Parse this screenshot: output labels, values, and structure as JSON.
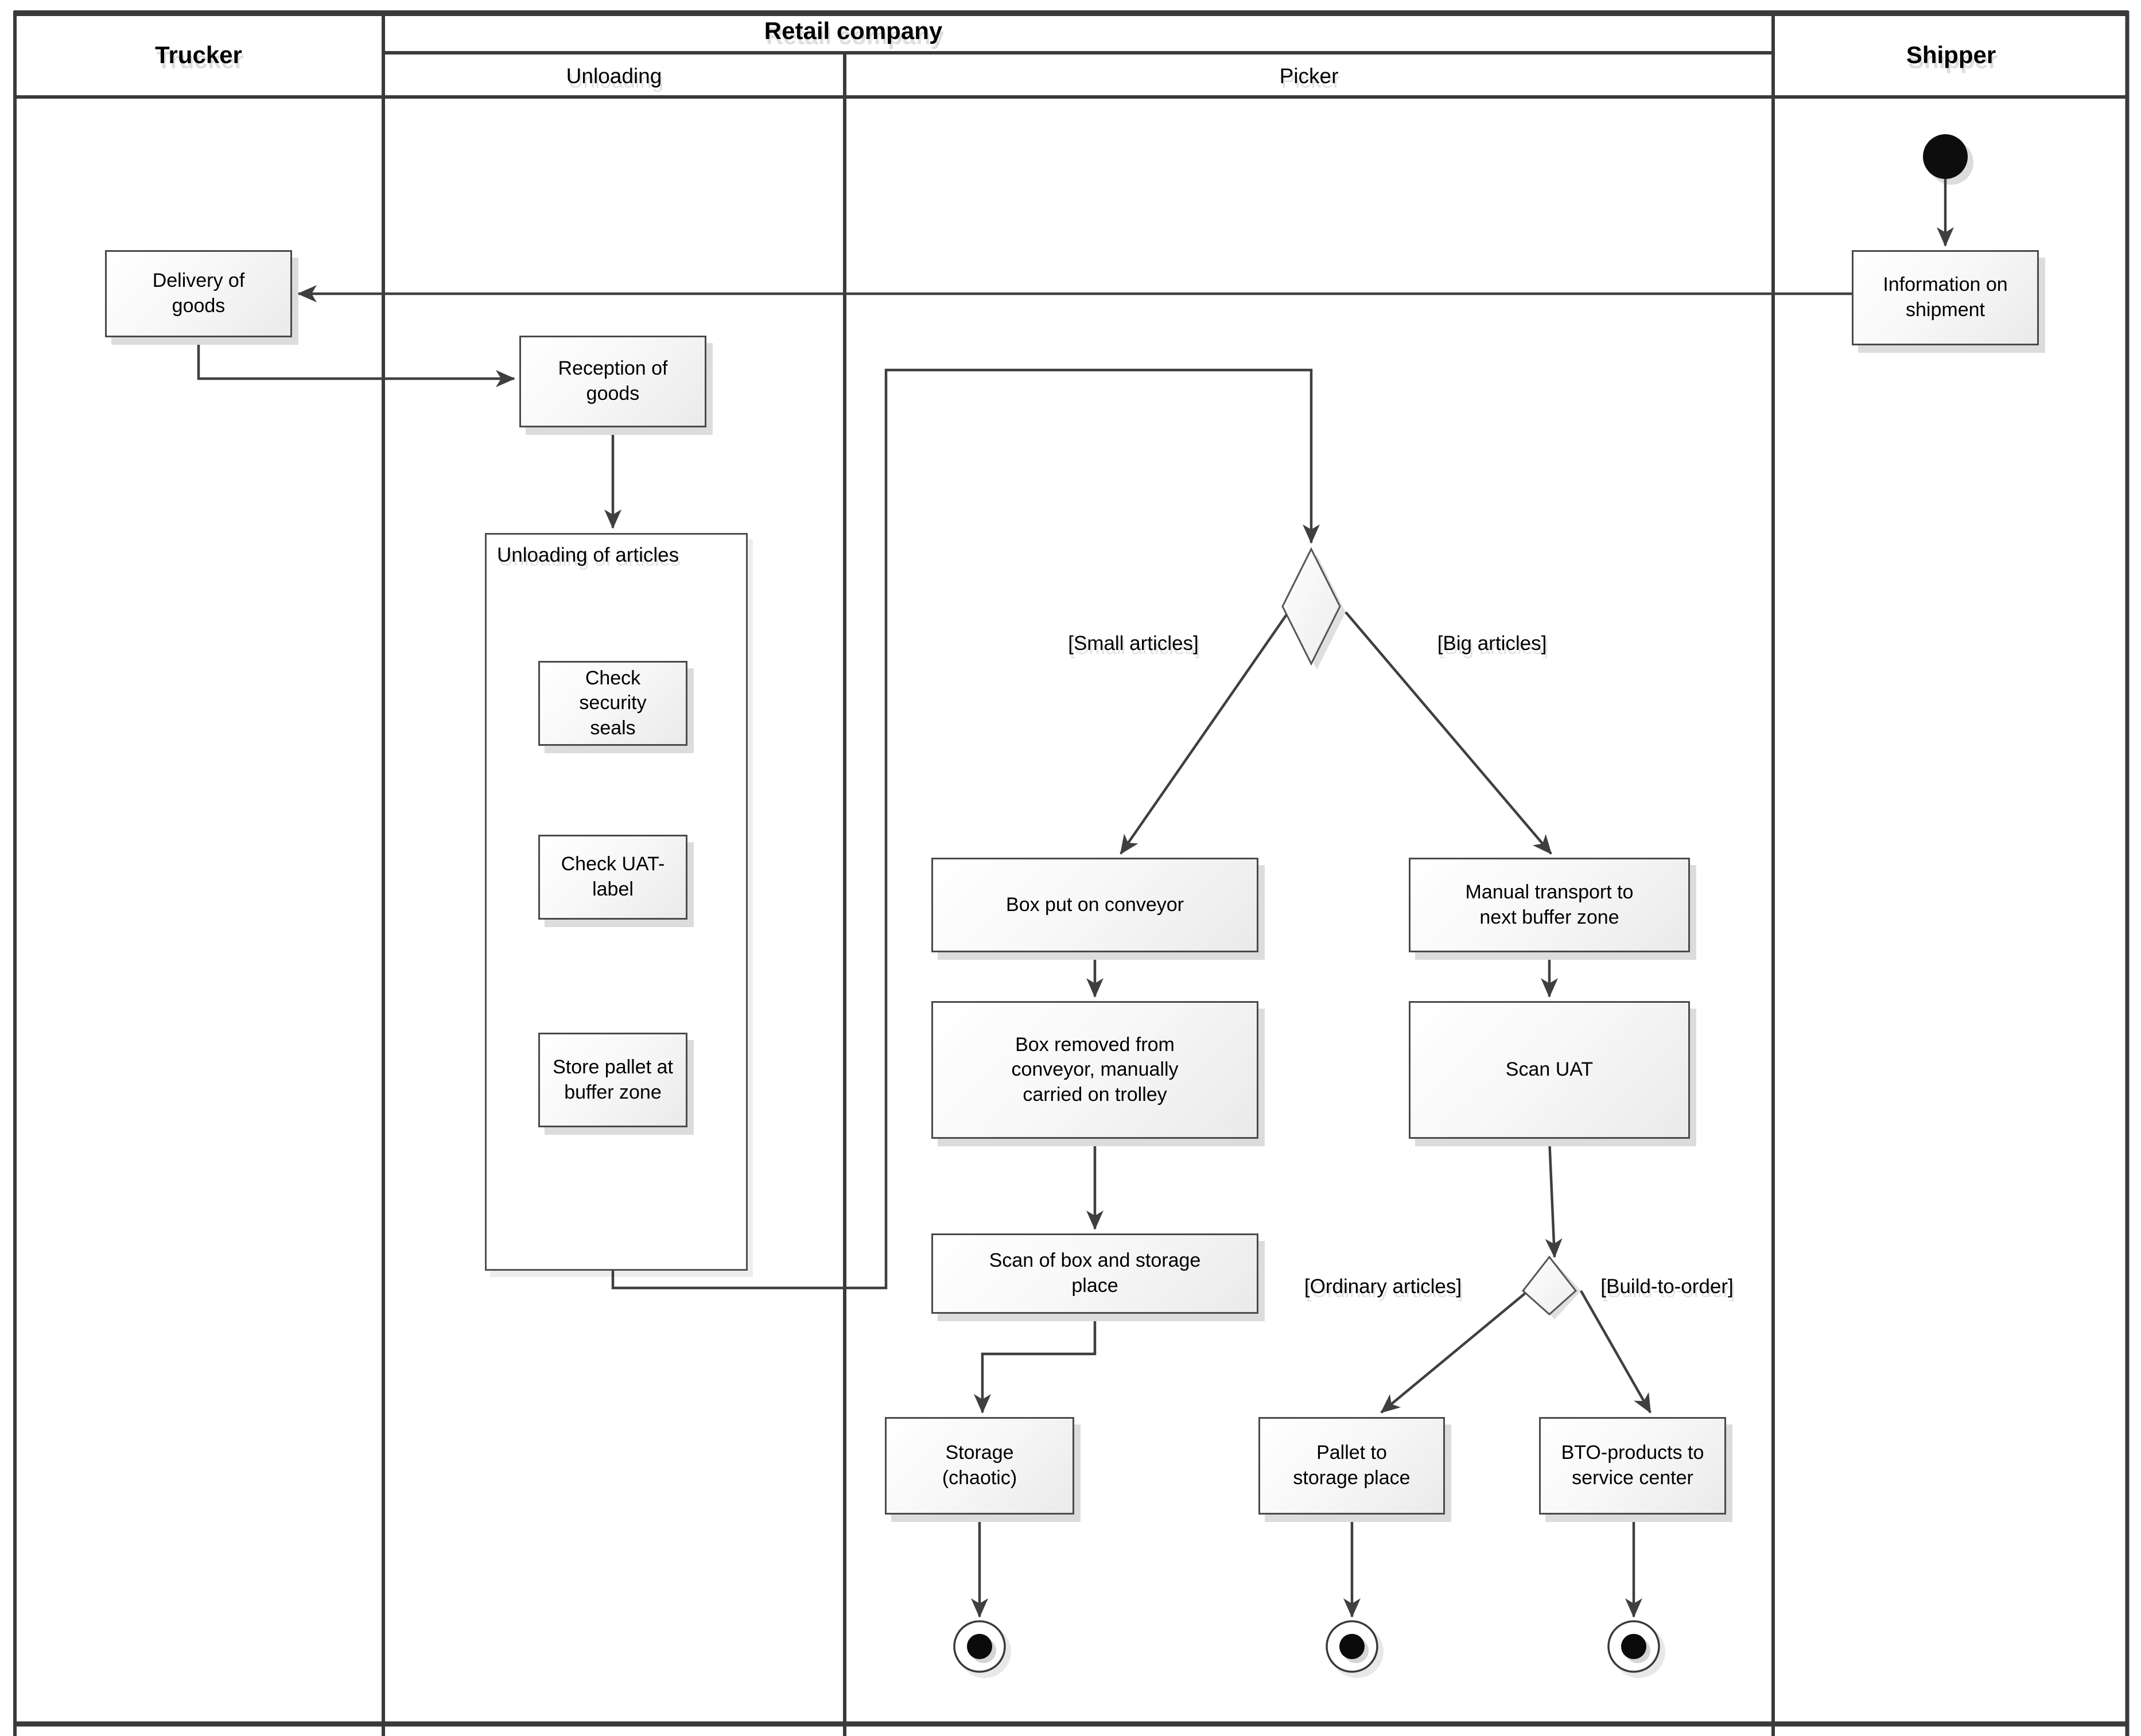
{
  "diagram": {
    "lanes": {
      "trucker": "Trucker",
      "retail_company": "Retail company",
      "unloading": "Unloading",
      "picker": "Picker",
      "shipper": "Shipper"
    },
    "nodes": {
      "delivery": "Delivery of goods",
      "info_shipment": "Information on shipment",
      "reception": "Reception of goods",
      "unloading_frame": "Unloading of articles",
      "check_seals": "Check security seals",
      "check_uat": "Check UAT-label",
      "store_pallet": "Store pallet at buffer zone",
      "box_conveyor": "Box put on conveyor",
      "manual_transport": "Manual transport to next buffer zone",
      "box_removed": "Box removed from conveyor, manually carried on trolley",
      "scan_uat": "Scan UAT",
      "scan_box": "Scan of box and storage place",
      "storage_chaotic": "Storage (chaotic)",
      "pallet_storage": "Pallet to storage place",
      "bto_products": "BTO-products to service center"
    },
    "guards": {
      "small_articles": "[Small articles]",
      "big_articles": "[Big articles]",
      "ordinary_articles": "[Ordinary articles]",
      "build_to_order": "[Build-to-order]"
    },
    "colors": {
      "line": "#3f3f3f",
      "box_border": "#4a4a4a",
      "shadow": "#dcdcdc"
    }
  }
}
